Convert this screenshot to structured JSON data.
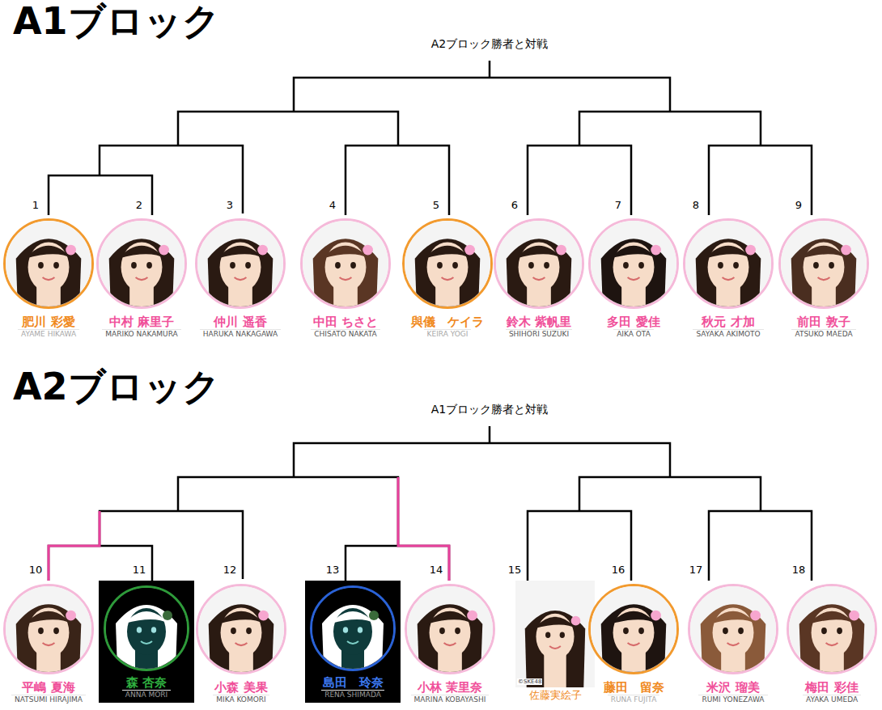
{
  "diagram": {
    "nodes": [
      {
        "text": [
          "肥川 彩愛",
          "AYAME HIKAWA"
        ]
      },
      {
        "text": [
          "中村 麻里子",
          "MARIKO NAKAMURA"
        ]
      },
      {
        "text": [
          "仲川 遥香",
          "HARUKA NAKAGAWA"
        ]
      },
      {
        "text": [
          "中田 ちさと",
          "CHISATO NAKATA"
        ]
      },
      {
        "text": [
          "與儀　ケイラ",
          "KEIRA YOGI"
        ]
      },
      {
        "text": [
          "鈴木 紫帆里",
          "SHIHORI SUZUKI"
        ]
      },
      {
        "text": [
          "多田 愛佳",
          "AIKA OTA"
        ]
      },
      {
        "text": [
          "秋元 才加",
          "SAYAKA AKIMOTO"
        ]
      },
      {
        "text": [
          "前田 敦子",
          "ATSUKO MAEDA"
        ]
      },
      {
        "text": [
          "平嶋 夏海",
          "NATSUMI HIRAJIMA"
        ]
      },
      {
        "text": [
          "森 杏奈",
          "ANNA MORI"
        ]
      },
      {
        "text": [
          "小森 美果",
          "MIKA KOMORI"
        ]
      },
      {
        "text": [
          "島田　玲奈",
          "RENA SHIMADA"
        ]
      },
      {
        "text": [
          "小林 茉里奈",
          "MARINA KOBAYASHI"
        ]
      },
      {
        "text": [
          "佐藤実絵子"
        ]
      },
      {
        "text": [
          "藤田　留奈",
          "RUNA FUJITA"
        ]
      },
      {
        "text": [
          "米沢 瑠美",
          "RUMI YONEZAWA"
        ]
      },
      {
        "text": [
          "梅田 彩佳",
          "AYAKA UMEDA"
        ]
      }
    ],
    "edges": [
      {
        "from": 0,
        "to": 1,
        "arrow": "none"
      },
      {
        "from": 3,
        "to": 4,
        "arrow": "none"
      },
      {
        "from": 5,
        "to": 6,
        "arrow": "none"
      },
      {
        "from": 7,
        "to": 8,
        "arrow": "none"
      },
      {
        "from": 9,
        "to": 10,
        "arrow": "none"
      },
      {
        "from": 12,
        "to": 13,
        "arrow": "none"
      },
      {
        "from": 14,
        "to": 15,
        "arrow": "none"
      },
      {
        "from": 16,
        "to": 17,
        "arrow": "none"
      }
    ],
    "labels": [
      "A1ブロック",
      "A2ブロック勝者と対戦",
      "1",
      "2",
      "3",
      "4",
      "5",
      "6",
      "7",
      "8",
      "9",
      "A2ブロック",
      "A1ブロック勝者と対戦",
      "10",
      "11",
      "12",
      "13",
      "14",
      "15",
      "16",
      "17",
      "18",
      "©SKE48"
    ]
  }
}
